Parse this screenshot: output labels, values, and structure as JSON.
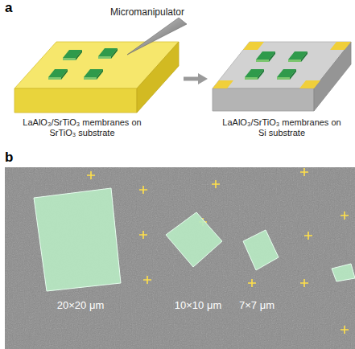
{
  "diagram": {
    "labels": [
      "a",
      "Micromanipulator",
      "LaAlO₃/SrTiO₃ membranes on SrTiO₃ substrate",
      "LaAlO₃/SrTiO₃ membranes on Si substrate",
      "b",
      "20×20 μm",
      "10×10 μm",
      "7×7 μm"
    ]
  }
}
